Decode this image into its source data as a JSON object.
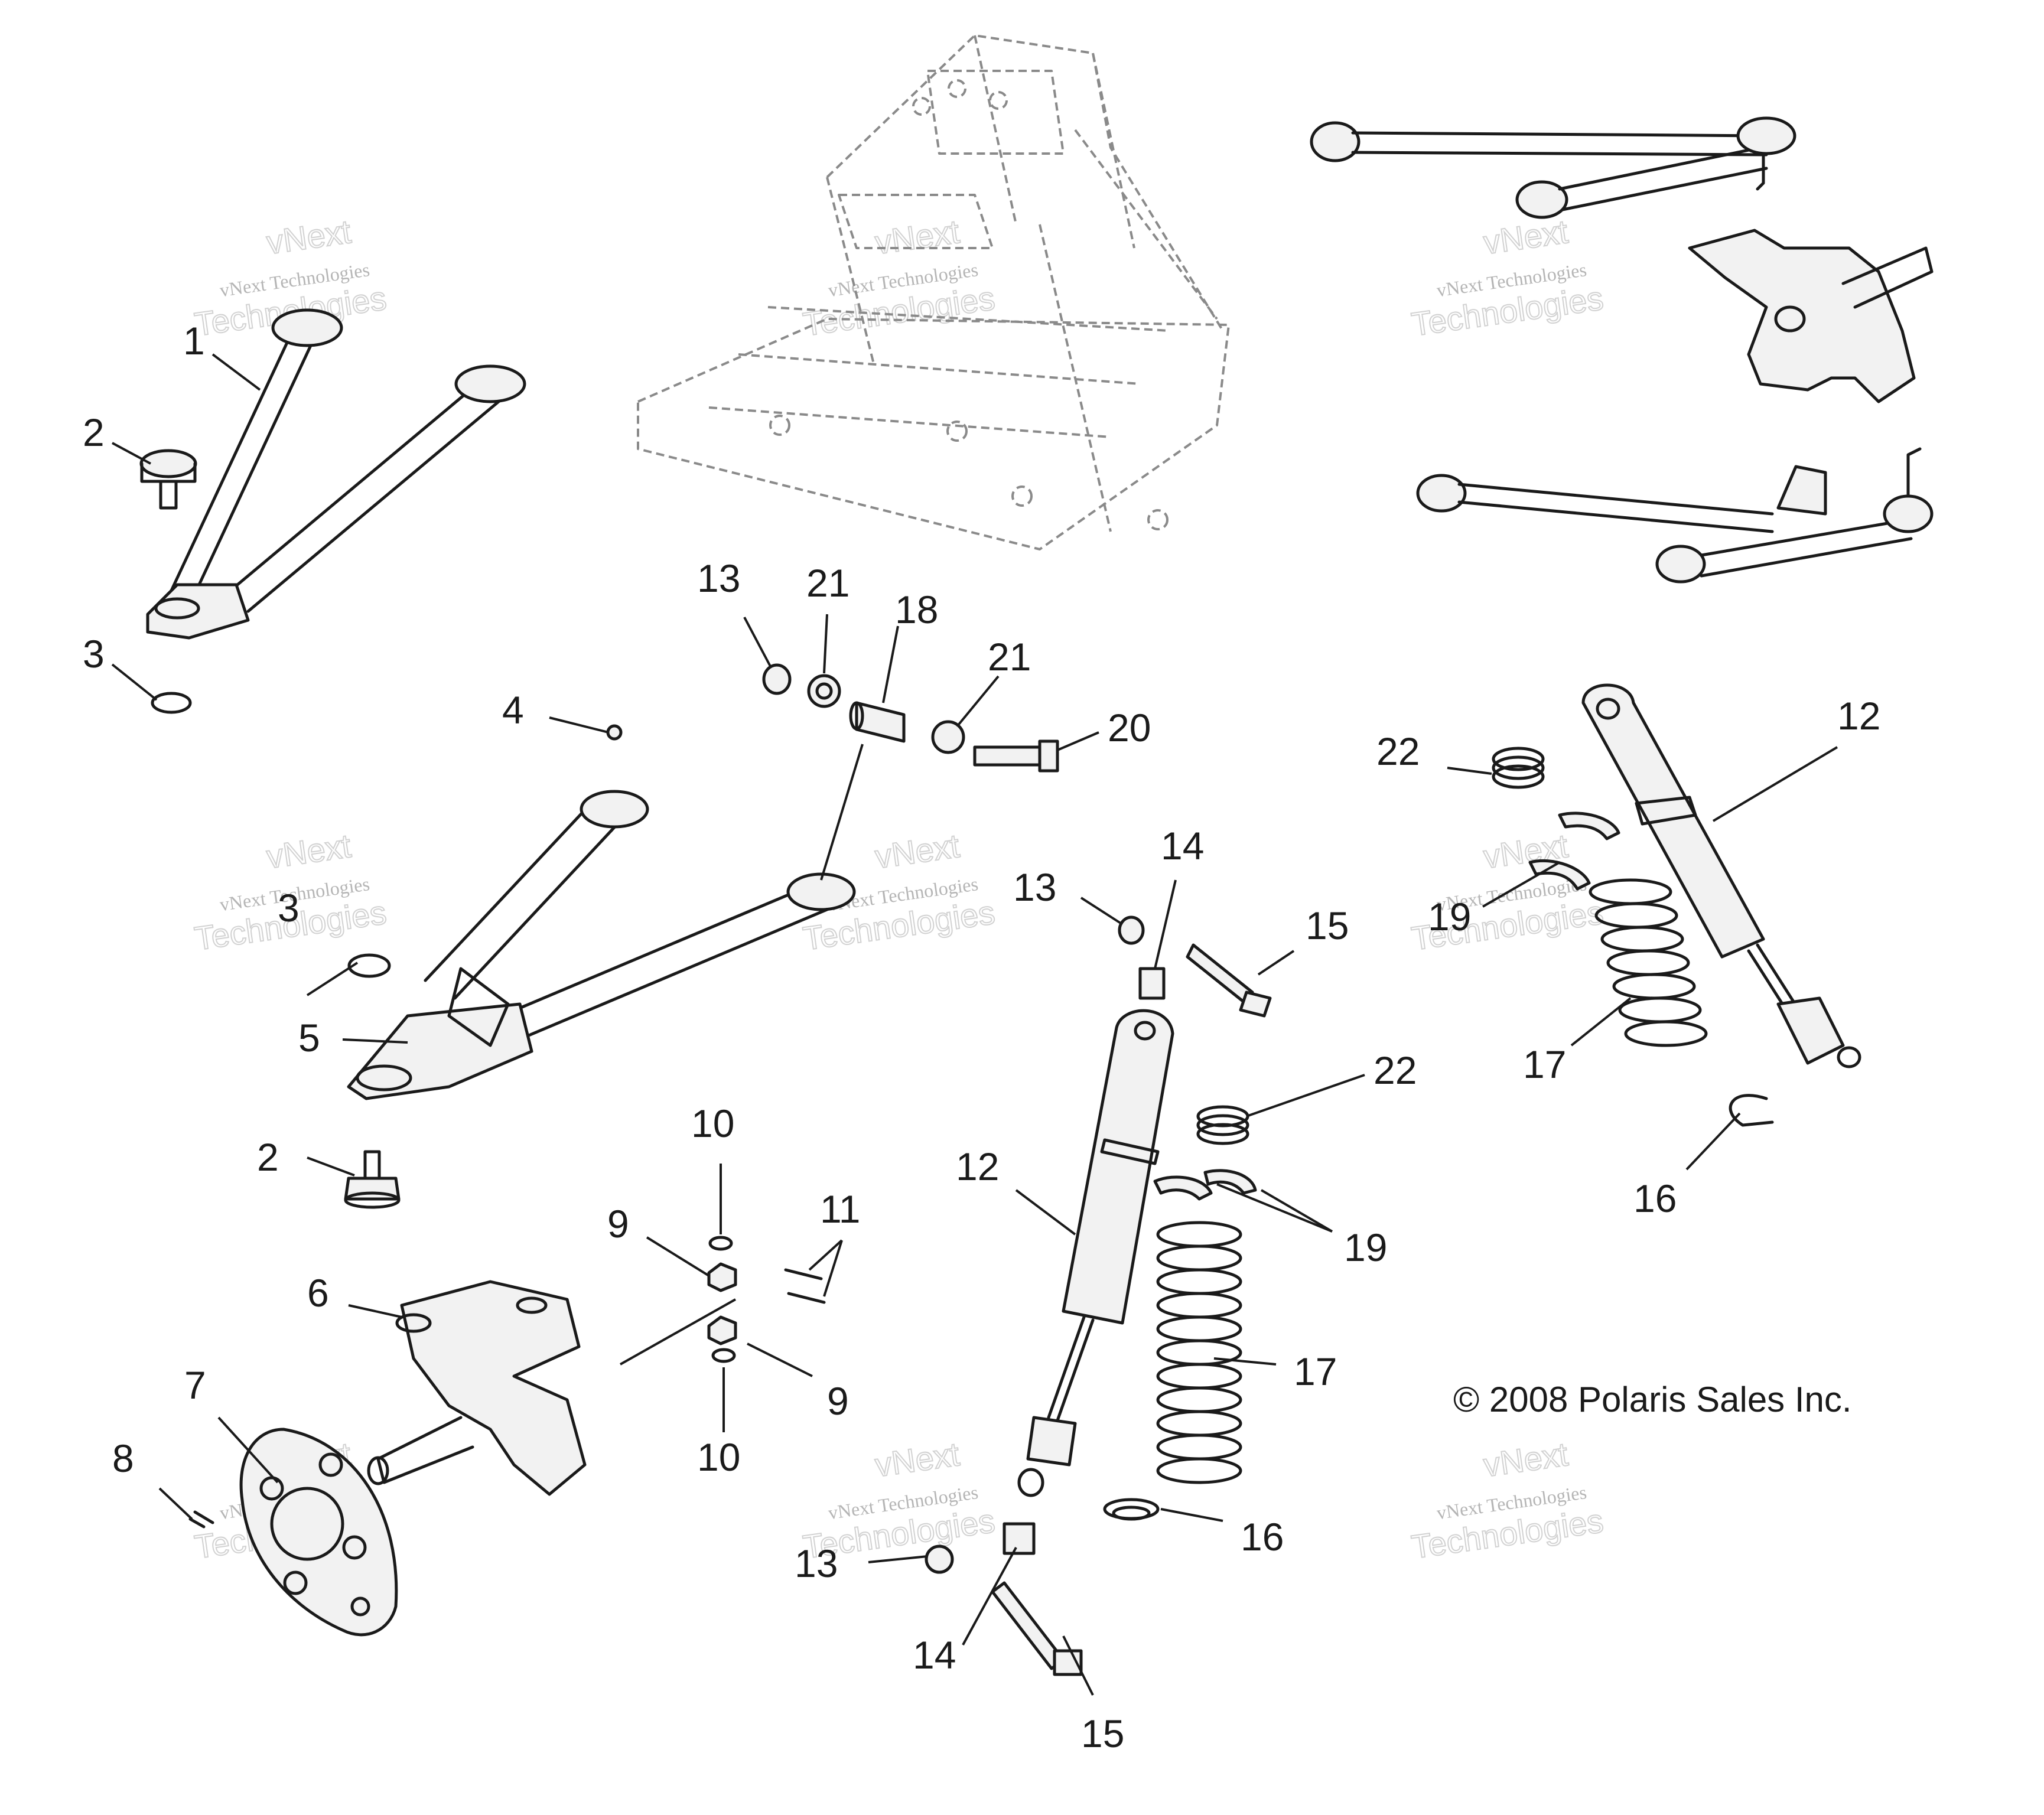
{
  "diagram": {
    "callouts": {
      "c1": "1",
      "c2a": "2",
      "c2b": "2",
      "c3a": "3",
      "c3b": "3",
      "c4": "4",
      "c5": "5",
      "c6": "6",
      "c7": "7",
      "c8": "8",
      "c9a": "9",
      "c9b": "9",
      "c10a": "10",
      "c10b": "10",
      "c11": "11",
      "c12a": "12",
      "c12b": "12",
      "c13a": "13",
      "c13b": "13",
      "c13c": "13",
      "c14a": "14",
      "c14b": "14",
      "c15a": "15",
      "c15b": "15",
      "c16a": "16",
      "c16b": "16",
      "c17a": "17",
      "c17b": "17",
      "c18": "18",
      "c19a": "19",
      "c19b": "19",
      "c20": "20",
      "c21a": "21",
      "c21b": "21",
      "c22a": "22",
      "c22b": "22"
    },
    "copyright": "© 2008 Polaris Sales Inc.",
    "watermark": {
      "line1": "vNext",
      "line2": "vNext Technologies",
      "line3": "Technologies"
    }
  }
}
